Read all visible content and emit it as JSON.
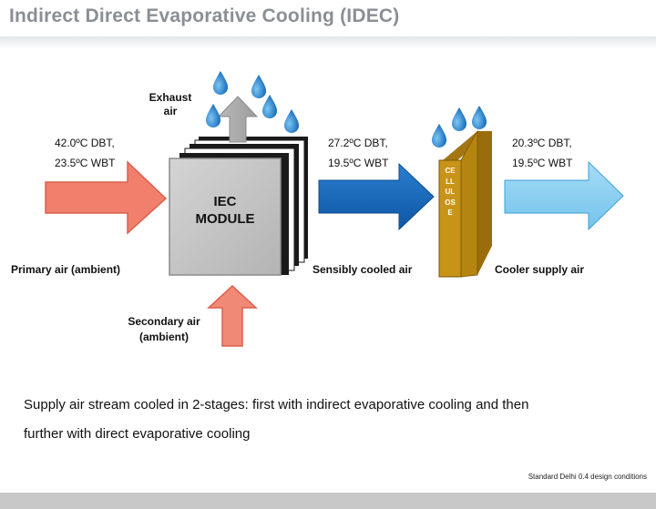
{
  "title": "Indirect Direct Evaporative Cooling (IDEC)",
  "diagram": {
    "exhaust_label_line1": "Exhaust",
    "exhaust_label_line2": "air",
    "primary_conditions_dbt": "42.0ºC DBT,",
    "primary_conditions_wbt": "23.5ºC WBT",
    "primary_air_label": "Primary air (ambient)",
    "iec_module_line1": "IEC",
    "iec_module_line2": "MODULE",
    "secondary_air_line1": "Secondary air",
    "secondary_air_line2": "(ambient)",
    "sensible_conditions_dbt": "27.2ºC DBT,",
    "sensible_conditions_wbt": "19.5ºC WBT",
    "sensibly_cooled_label": "Sensibly cooled air",
    "cellulose_label": "CELLULOSE",
    "supply_conditions_dbt": "20.3ºC DBT,",
    "supply_conditions_wbt": "19.5ºC WBT",
    "cooler_supply_label": "Cooler supply air",
    "colors": {
      "primary_arrow": "#f07f6c",
      "secondary_arrow": "#f08a76",
      "sensible_arrow": "#1464b4",
      "supply_arrow": "#8cd2f2",
      "module": "#c4c4c4",
      "cellulose": "#c89418",
      "droplet": "#1f86d4"
    }
  },
  "caption_line1": "Supply air stream cooled in 2-stages: first with indirect evaporative cooling and then",
  "caption_line2": "further with direct evaporative cooling",
  "footnote": "Standard Delhi 0.4 design conditions"
}
